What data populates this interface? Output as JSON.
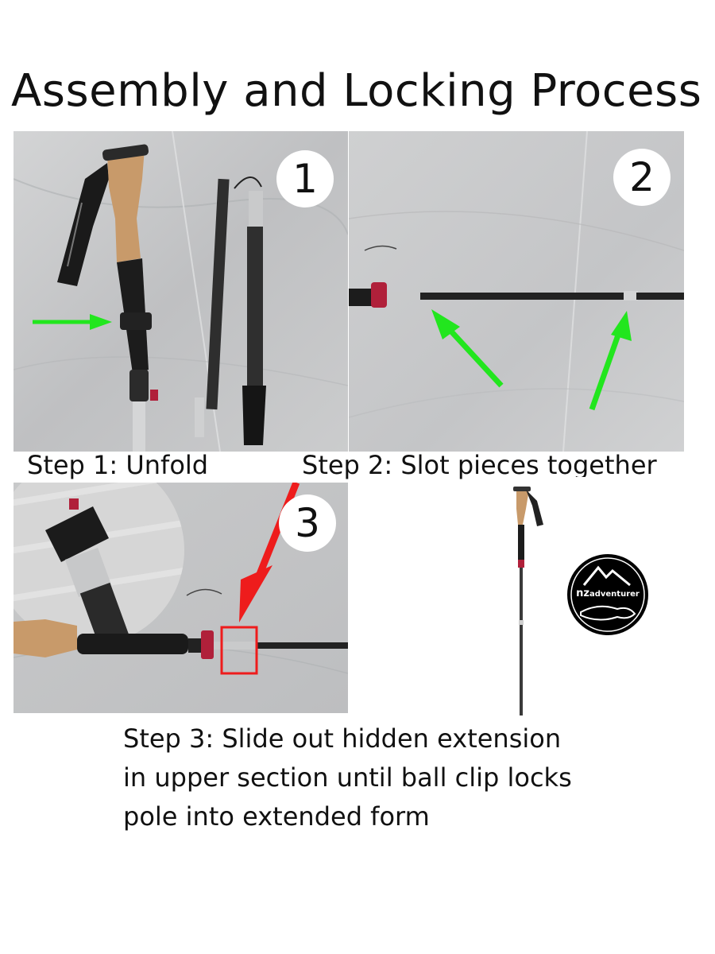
{
  "title": "Assembly and Locking Process",
  "steps": [
    {
      "number": "1",
      "caption": "Step 1: Unfold"
    },
    {
      "number": "2",
      "caption": "Step 2: Slot pieces together"
    },
    {
      "number": "3",
      "caption_lines": [
        "Step 3: Slide out hidden extension",
        "in upper section until ball clip locks",
        "pole into extended form"
      ]
    }
  ],
  "logo": {
    "text_nz": "nz",
    "text_rest": "adventurer"
  },
  "colors": {
    "arrow_green": "#22e61e",
    "arrow_red": "#ee1c1c",
    "cork": "#c89a6a",
    "floor": "#c9cacb"
  }
}
